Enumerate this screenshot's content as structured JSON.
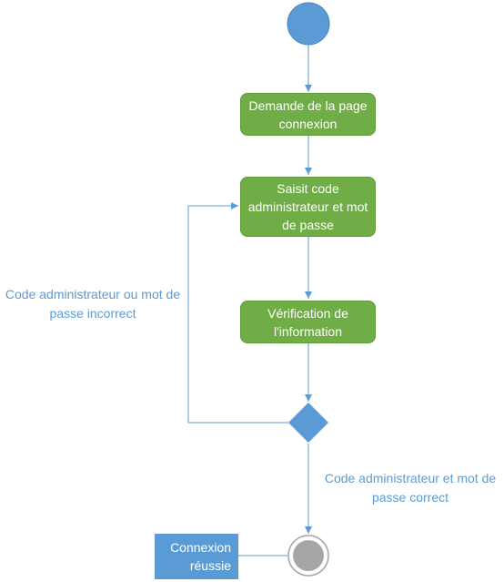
{
  "diagram": {
    "actions": [
      {
        "id": "demande",
        "label": "Demande de la page connexion"
      },
      {
        "id": "saisit",
        "label": "Saisit code administrateur et mot de passe"
      },
      {
        "id": "verification",
        "label": "Vérification de l'information"
      }
    ],
    "guards": {
      "incorrect": "Code administrateur ou mot de passe incorrect",
      "correct": "Code administrateur et mot de passe correct"
    },
    "note": {
      "label": "Connexion réussie"
    },
    "colors": {
      "start_node": "#5b9bd5",
      "action_fill": "#70ad47",
      "flow_line": "#5b9bd5",
      "decision": "#5b9bd5",
      "guard_text": "#5b9bd5",
      "note_fill": "#5b9bd5",
      "final_node": "#a6a6a6"
    }
  }
}
